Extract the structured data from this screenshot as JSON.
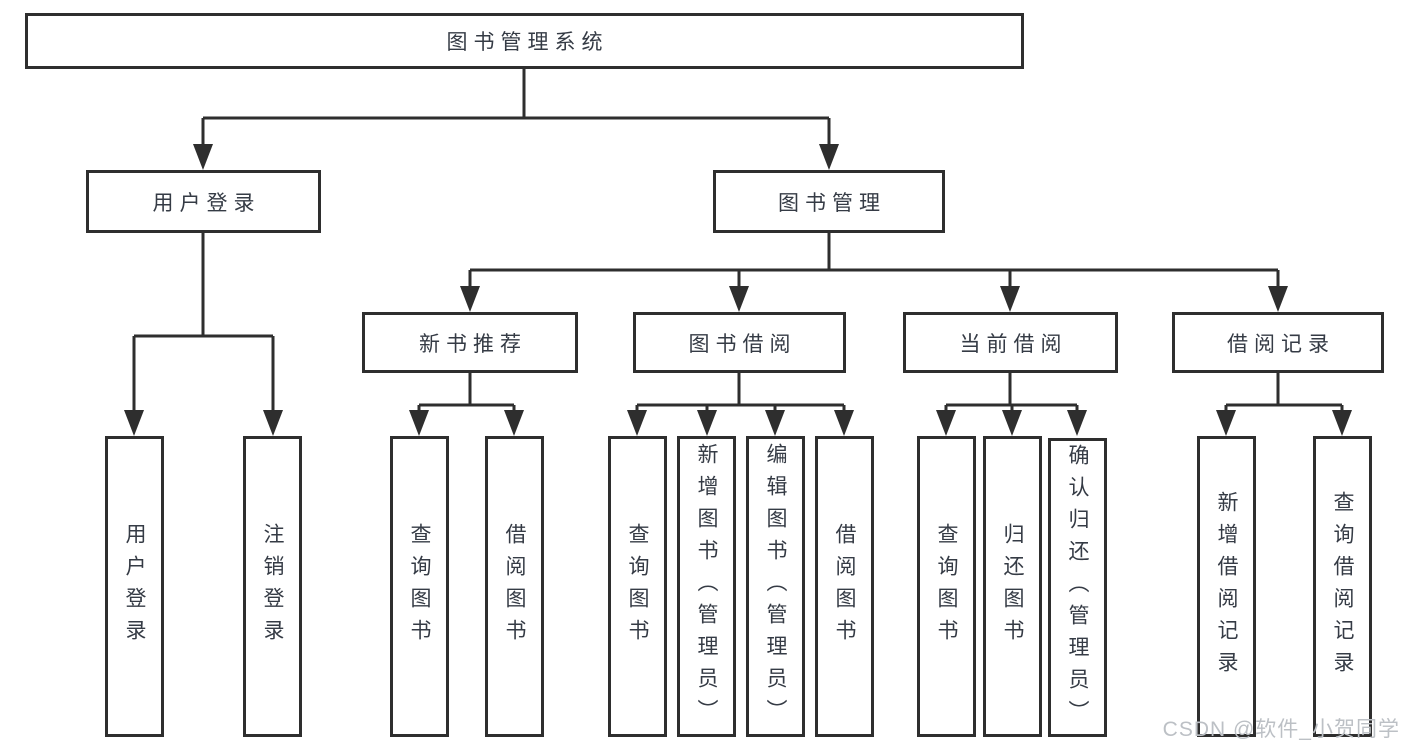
{
  "diagram": {
    "nodes": {
      "root": "图书管理系统",
      "user_login": "用户登录",
      "book_management": "图书管理",
      "new_book_recommend": "新书推荐",
      "book_borrow": "图书借阅",
      "current_borrow": "当前借阅",
      "borrow_record": "借阅记录",
      "leaf_user_login": "用户登录",
      "leaf_logout": "注销登录",
      "leaf_nb_query_book": "查询图书",
      "leaf_nb_borrow_book": "借阅图书",
      "leaf_bb_query_book": "查询图书",
      "leaf_bb_add_book": "新增图书（管理员）",
      "leaf_bb_edit_book": "编辑图书（管理员）",
      "leaf_bb_borrow_book": "借阅图书",
      "leaf_cb_query_book": "查询图书",
      "leaf_cb_return_book": "归还图书",
      "leaf_cb_confirm_return": "确认归还（管理员）",
      "leaf_br_add_record": "新增借阅记录",
      "leaf_br_query_record": "查询借阅记录"
    },
    "colors": {
      "line": "#2e2e2e",
      "text": "#353b45",
      "background": "#ffffff",
      "watermark": "#bcc0c5"
    }
  },
  "watermark": "CSDN @软件_小贺同学"
}
